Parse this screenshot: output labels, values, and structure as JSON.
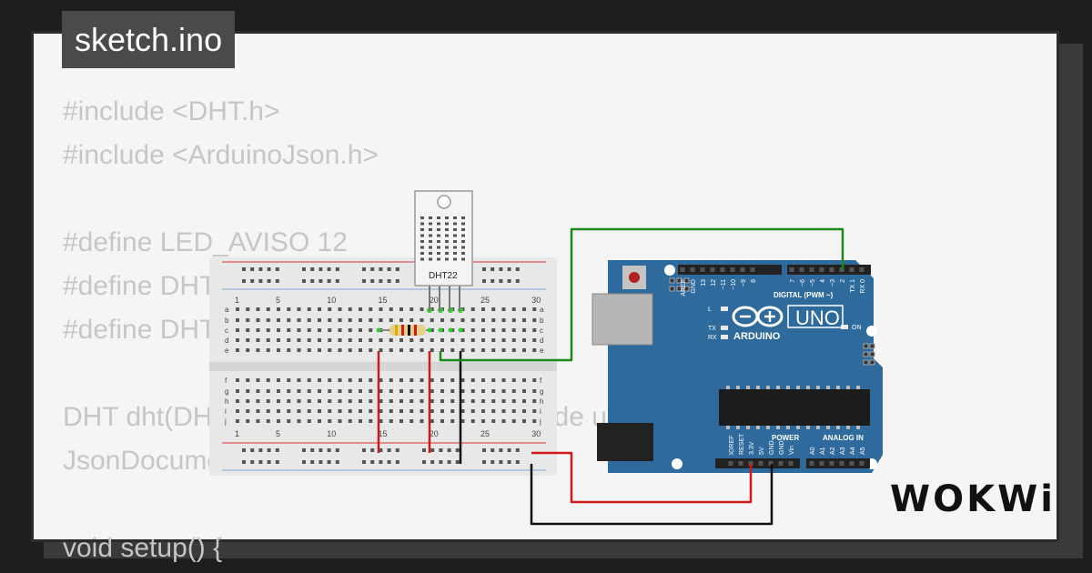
{
  "tab": {
    "label": "sketch.ino"
  },
  "code_lines": [
    "#include <DHT.h>",
    "#include <ArduinoJson.h>",
    "",
    "#define LED_AVISO 12",
    "#define DHTPIN 2",
    "#define DHTTYPE DHT22",
    "",
    "DHT dht(DHTPIN, DHTTYPE); // sensor de umidade e temperatura",
    "JsonDocument doc; // objeto json",
    "",
    "void setup() {"
  ],
  "breadboard": {
    "col_numbers": [
      "1",
      "5",
      "10",
      "15",
      "20",
      "25",
      "30"
    ],
    "row_letters_top": [
      "a",
      "b",
      "c",
      "d",
      "e"
    ],
    "row_letters_bottom": [
      "f",
      "g",
      "h",
      "i",
      "j"
    ]
  },
  "sensor": {
    "label": "DHT22"
  },
  "arduino": {
    "logo_text": "ARDUINO",
    "model": "UNO",
    "digital_label": "DIGITAL (PWM ~)",
    "digital_pins": [
      "AREF",
      "GND",
      "13",
      "12",
      "~11",
      "~10",
      "~9",
      "8",
      "7",
      "~6",
      "~5",
      "4",
      "~3",
      "2",
      "TX 1",
      "RX 0"
    ],
    "power_label": "POWER",
    "power_pins": [
      "IOREF",
      "RESET",
      "3.3V",
      "5V",
      "GND",
      "GND",
      "Vin"
    ],
    "analog_label": "ANALOG IN",
    "analog_pins": [
      "A0",
      "A1",
      "A2",
      "A3",
      "A4",
      "A5"
    ],
    "led_labels": [
      "L",
      "TX",
      "RX",
      "ON"
    ]
  },
  "brand": {
    "logo": "WOKWi"
  },
  "colors": {
    "board": "#2e6b9c",
    "wire_red": "#d21a1a",
    "wire_green": "#1a8a1a",
    "wire_black": "#111111"
  }
}
